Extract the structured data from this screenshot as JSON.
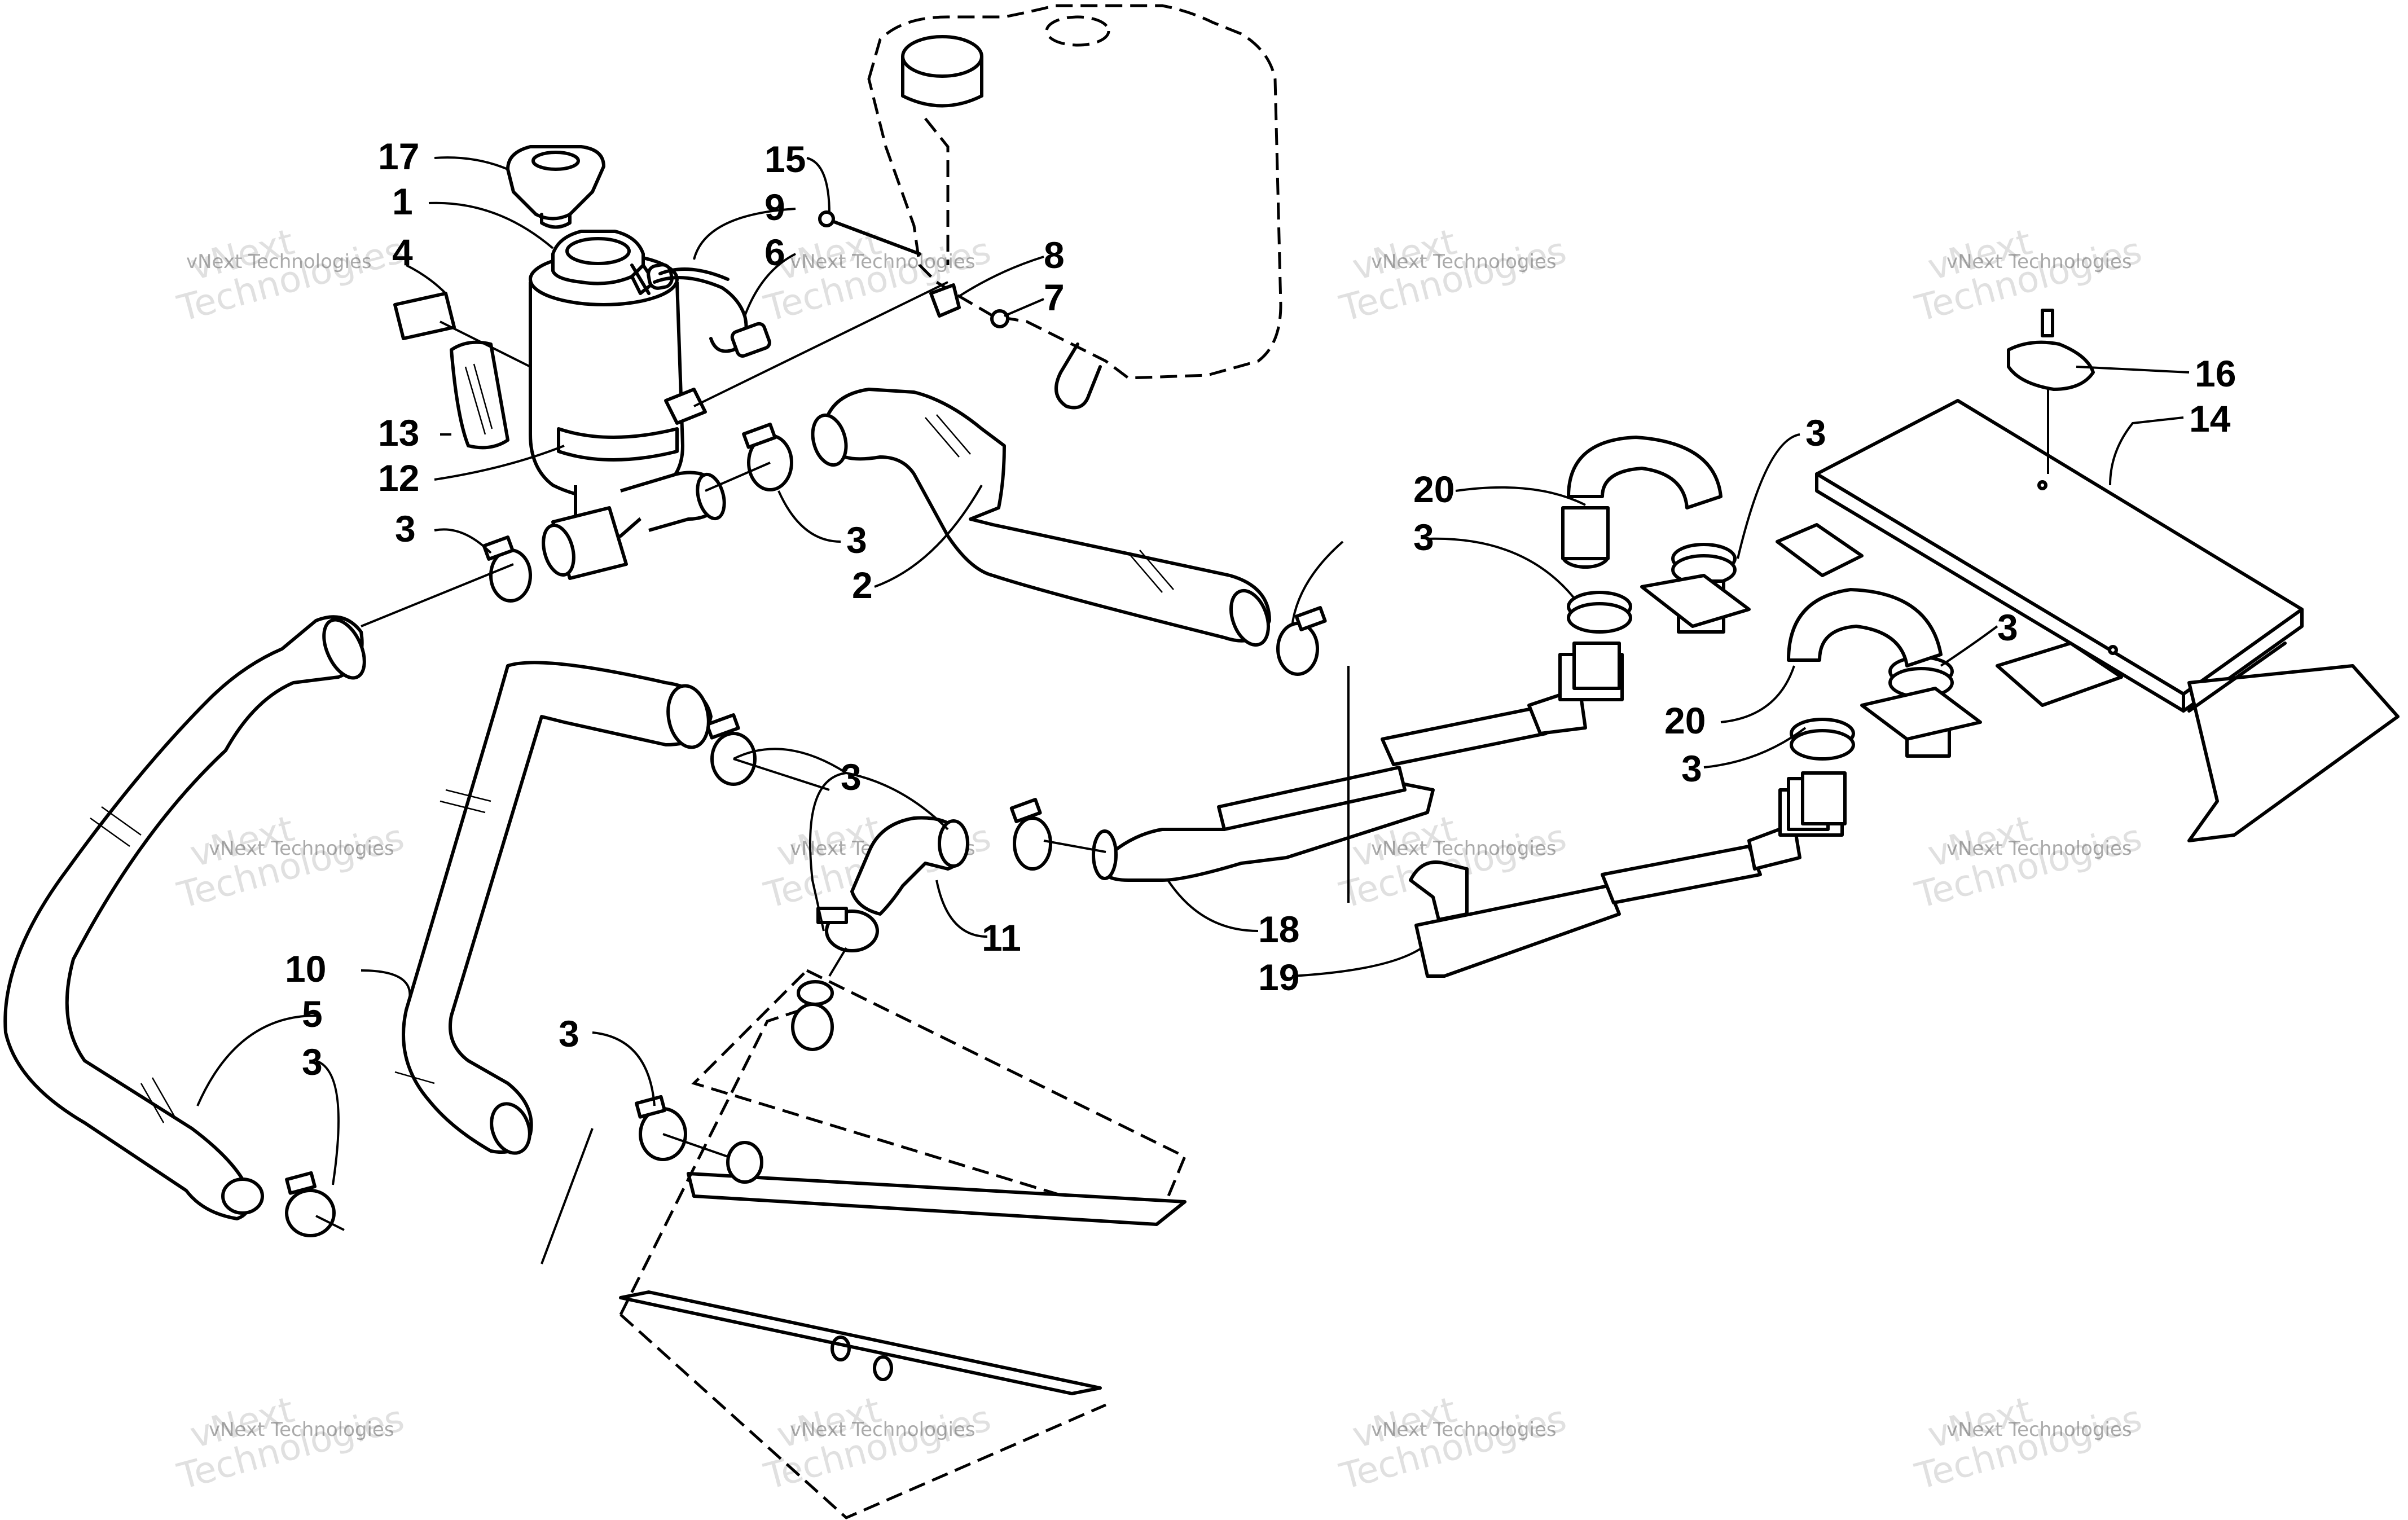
{
  "diagram": {
    "callouts": [
      "17",
      "1",
      "4",
      "13",
      "12",
      "3",
      "15",
      "9",
      "6",
      "8",
      "7",
      "3",
      "2",
      "16",
      "14",
      "20",
      "3",
      "3",
      "3",
      "20",
      "3",
      "3",
      "18",
      "19",
      "11",
      "10",
      "5",
      "3",
      "3"
    ]
  },
  "watermark": {
    "small": "vNext Technologies",
    "large": "Technologies",
    "large_prefix": "vNext"
  }
}
